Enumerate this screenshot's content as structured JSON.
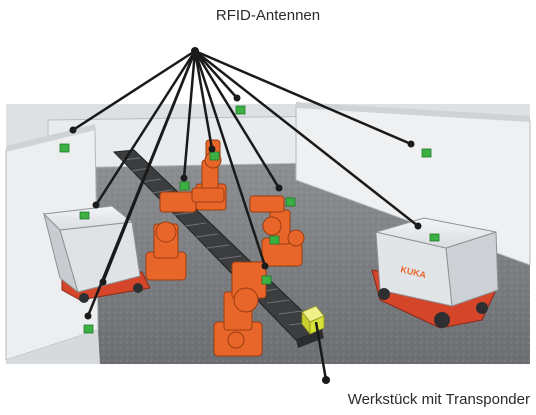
{
  "labels": {
    "antennas": "RFID-Antennen",
    "workpiece": "Werkstück mit Transponder"
  },
  "agv_brand": "KUKA",
  "colors": {
    "robot_orange": "#e8662a",
    "antenna_green": "#3cb043",
    "workpiece_yellow": "#d8e03a",
    "agv_body": "#e6e9ec",
    "agv_base": "#d4452a",
    "floor": "#7c7f82",
    "wall": "#e3e6e9",
    "callout_line": "#1a1a1a"
  }
}
